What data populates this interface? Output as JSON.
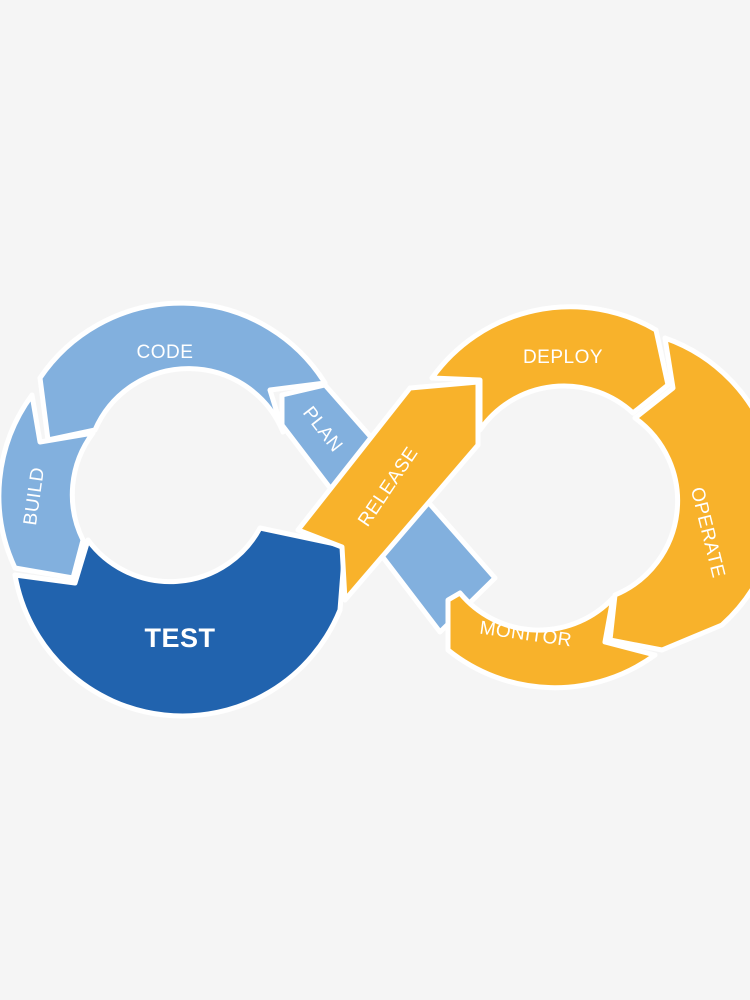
{
  "diagram": {
    "type": "devops-infinity-loop",
    "colors": {
      "background": "#f5f5f5",
      "light_blue": "#82b0de",
      "dark_blue": "#2163ae",
      "orange": "#f8b22b",
      "gap": "#ffffff",
      "label": "#ffffff"
    },
    "stages": [
      {
        "id": "code",
        "label": "CODE",
        "color": "light_blue"
      },
      {
        "id": "build",
        "label": "BUILD",
        "color": "light_blue"
      },
      {
        "id": "test",
        "label": "TEST",
        "color": "dark_blue",
        "emphasis": true
      },
      {
        "id": "plan",
        "label": "PLAN",
        "color": "light_blue"
      },
      {
        "id": "release",
        "label": "RELEASE",
        "color": "orange"
      },
      {
        "id": "deploy",
        "label": "DEPLOY",
        "color": "orange"
      },
      {
        "id": "operate",
        "label": "OPERATE",
        "color": "orange"
      },
      {
        "id": "monitor",
        "label": "MONITOR",
        "color": "orange"
      }
    ]
  }
}
